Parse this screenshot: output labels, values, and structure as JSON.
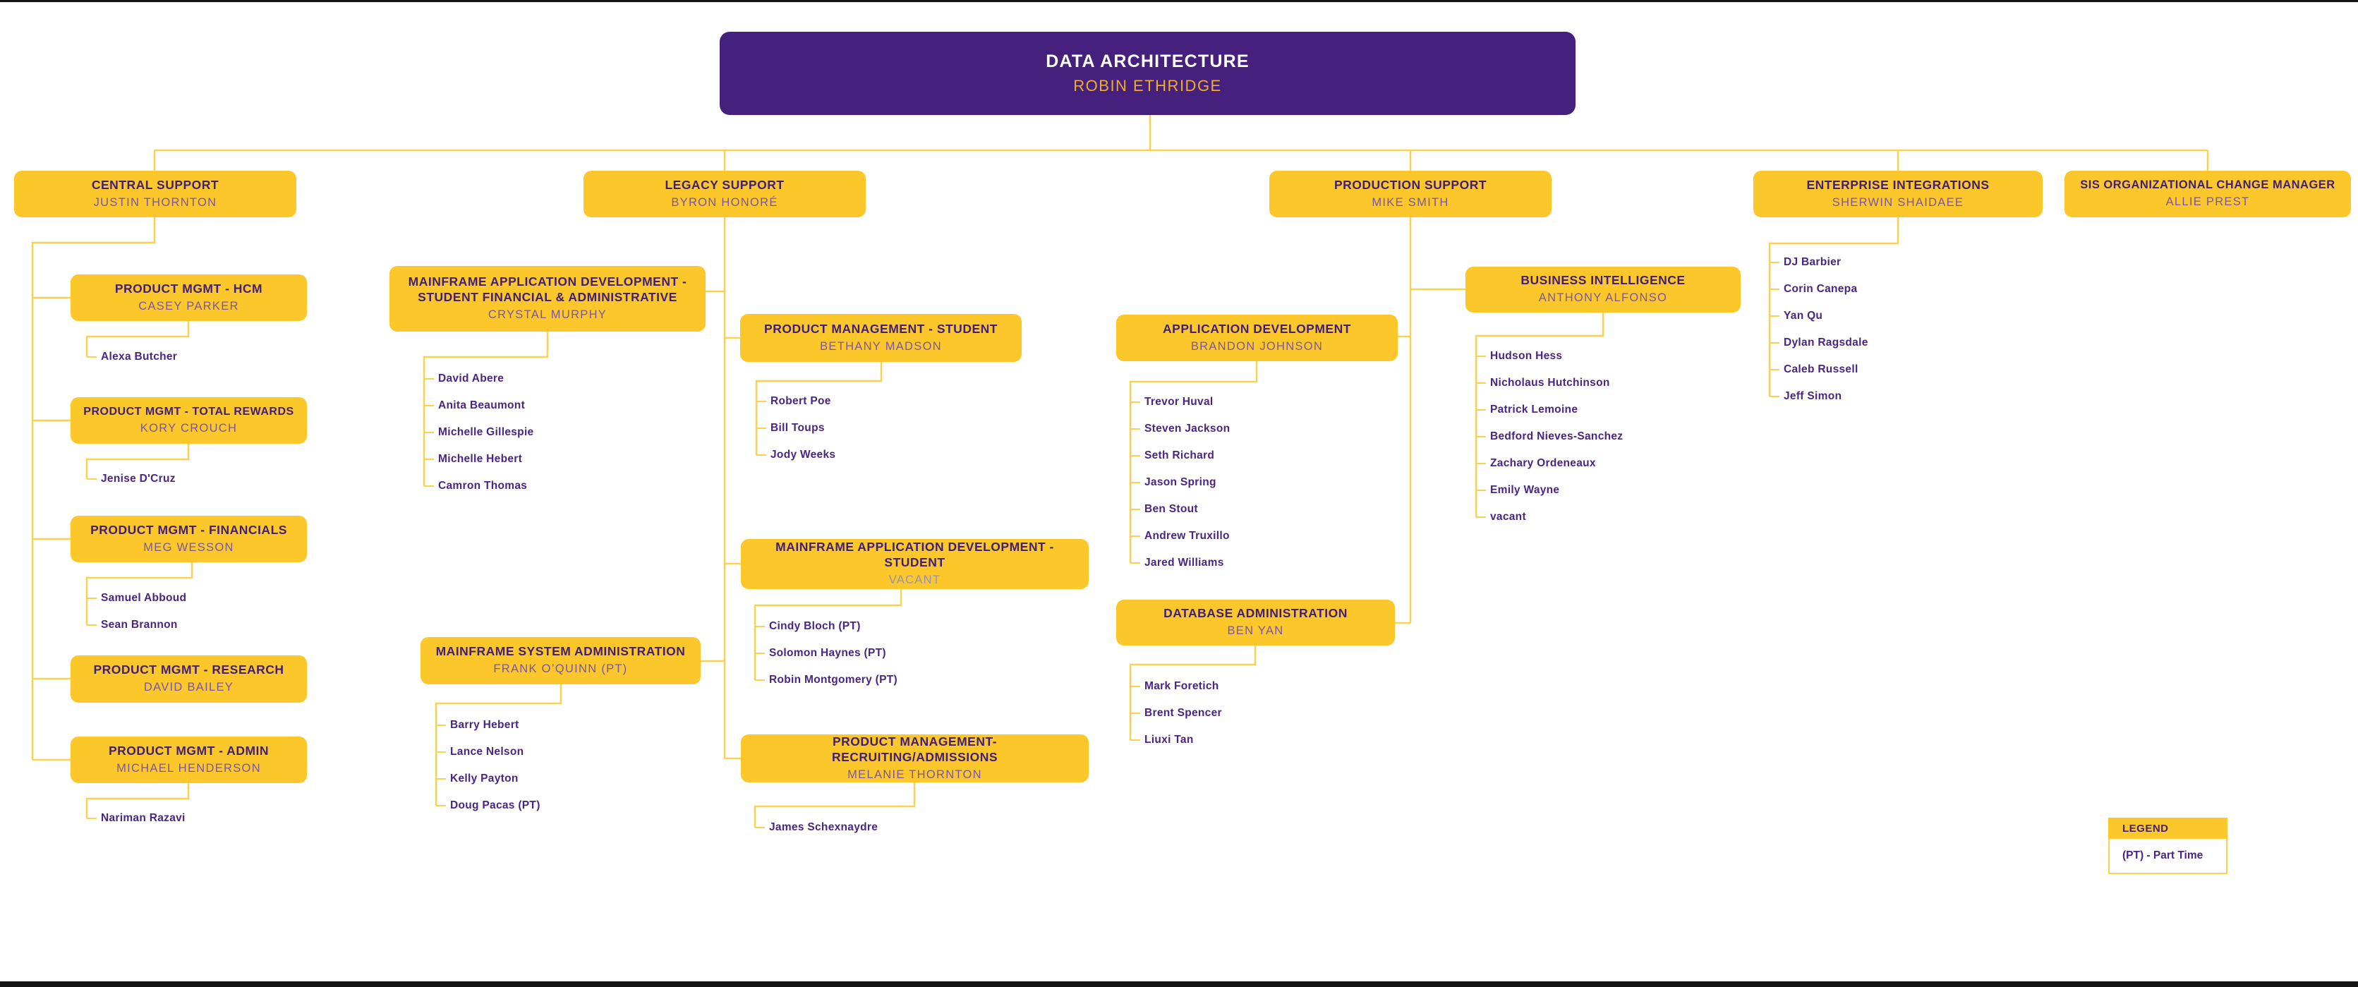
{
  "root": {
    "title": "DATA ARCHITECTURE",
    "name": "ROBIN ETHRIDGE"
  },
  "colors": {
    "root_purple": "#45217D",
    "box_yellow": "#FBC72B",
    "connector_yellow": "#F9D254",
    "title_text": "#411E78",
    "name_text": "#7B56A4",
    "member_text": "#4A2581"
  },
  "nodes": {
    "central": {
      "title": "CENTRAL SUPPORT",
      "name": "JUSTIN THORNTON"
    },
    "legacy": {
      "title": "LEGACY SUPPORT",
      "name": "BYRON HONORÉ"
    },
    "production": {
      "title": "PRODUCTION SUPPORT",
      "name": "MIKE SMITH"
    },
    "enterprise": {
      "title": "ENTERPRISE INTEGRATIONS",
      "name": "SHERWIN SHAIDAEE"
    },
    "sis": {
      "title": "SIS ORGANIZATIONAL CHANGE MANAGER",
      "name": "ALLIE PREST"
    },
    "pm_hcm": {
      "title": "PRODUCT MGMT - HCM",
      "name": "CASEY PARKER"
    },
    "pm_tr": {
      "title": "PRODUCT MGMT - TOTAL REWARDS",
      "name": "KORY CROUCH"
    },
    "pm_fin": {
      "title": "PRODUCT MGMT - FINANCIALS",
      "name": "MEG WESSON"
    },
    "pm_res": {
      "title": "PRODUCT MGMT - RESEARCH",
      "name": "DAVID BAILEY"
    },
    "pm_adm": {
      "title": "PRODUCT MGMT - ADMIN",
      "name": "MICHAEL HENDERSON"
    },
    "mf_sfa": {
      "title": "MAINFRAME APPLICATION  DEVELOPMENT - STUDENT FINANCIAL & ADMINISTRATIVE",
      "name": "CRYSTAL MURPHY"
    },
    "mf_sysadm": {
      "title": "MAINFRAME SYSTEM ADMINISTRATION",
      "name": "FRANK O’QUINN (PT)"
    },
    "pm_student": {
      "title": "PRODUCT MANAGEMENT - STUDENT",
      "name": "BETHANY MADSON"
    },
    "mf_student": {
      "title": "MAINFRAME APPLICATION DEVELOPMENT - STUDENT",
      "name": "VACANT"
    },
    "pm_recruit": {
      "title": "PRODUCT MANAGEMENT- RECRUITING/ADMISSIONS",
      "name": "MELANIE THORNTON"
    },
    "app_dev": {
      "title": "APPLICATION DEVELOPMENT",
      "name": "BRANDON JOHNSON"
    },
    "dba": {
      "title": "DATABASE ADMINISTRATION",
      "name": "BEN YAN"
    },
    "bi": {
      "title": "BUSINESS INTELLIGENCE",
      "name": "ANTHONY ALFONSO"
    }
  },
  "teams": {
    "casey": [
      "Alexa Butcher"
    ],
    "kory": [
      "Jenise D'Cruz"
    ],
    "meg": [
      "Samuel Abboud",
      "Sean Brannon"
    ],
    "michael": [
      "Nariman Razavi"
    ],
    "crystal": [
      "David Abere",
      "Anita Beaumont",
      "Michelle Gillespie",
      "Michelle Hebert",
      "Camron Thomas"
    ],
    "frank": [
      "Barry Hebert",
      "Lance Nelson",
      "Kelly Payton",
      "Doug Pacas (PT)"
    ],
    "bethany": [
      "Robert Poe",
      "Bill Toups",
      "Jody Weeks"
    ],
    "vacant_mgr": [
      "Cindy Bloch (PT)",
      "Solomon Haynes (PT)",
      "Robin Montgomery (PT)"
    ],
    "melanie": [
      "James Schexnaydre"
    ],
    "brandon": [
      "Trevor Huval",
      "Steven Jackson",
      "Seth Richard",
      "Jason Spring",
      "Ben Stout",
      "Andrew Truxillo",
      "Jared Williams"
    ],
    "ben": [
      "Mark Foretich",
      "Brent Spencer",
      "Liuxi Tan"
    ],
    "anthony": [
      "Hudson Hess",
      "Nicholaus Hutchinson",
      "Patrick Lemoine",
      "Bedford Nieves-Sanchez",
      "Zachary Ordeneaux",
      "Emily Wayne",
      "vacant"
    ],
    "sherwin": [
      "DJ Barbier",
      "Corin Canepa",
      "Yan Qu",
      "Dylan Ragsdale",
      "Caleb Russell",
      "Jeff Simon"
    ]
  },
  "legend": {
    "title": "LEGEND",
    "note": "(PT) - Part Time"
  }
}
